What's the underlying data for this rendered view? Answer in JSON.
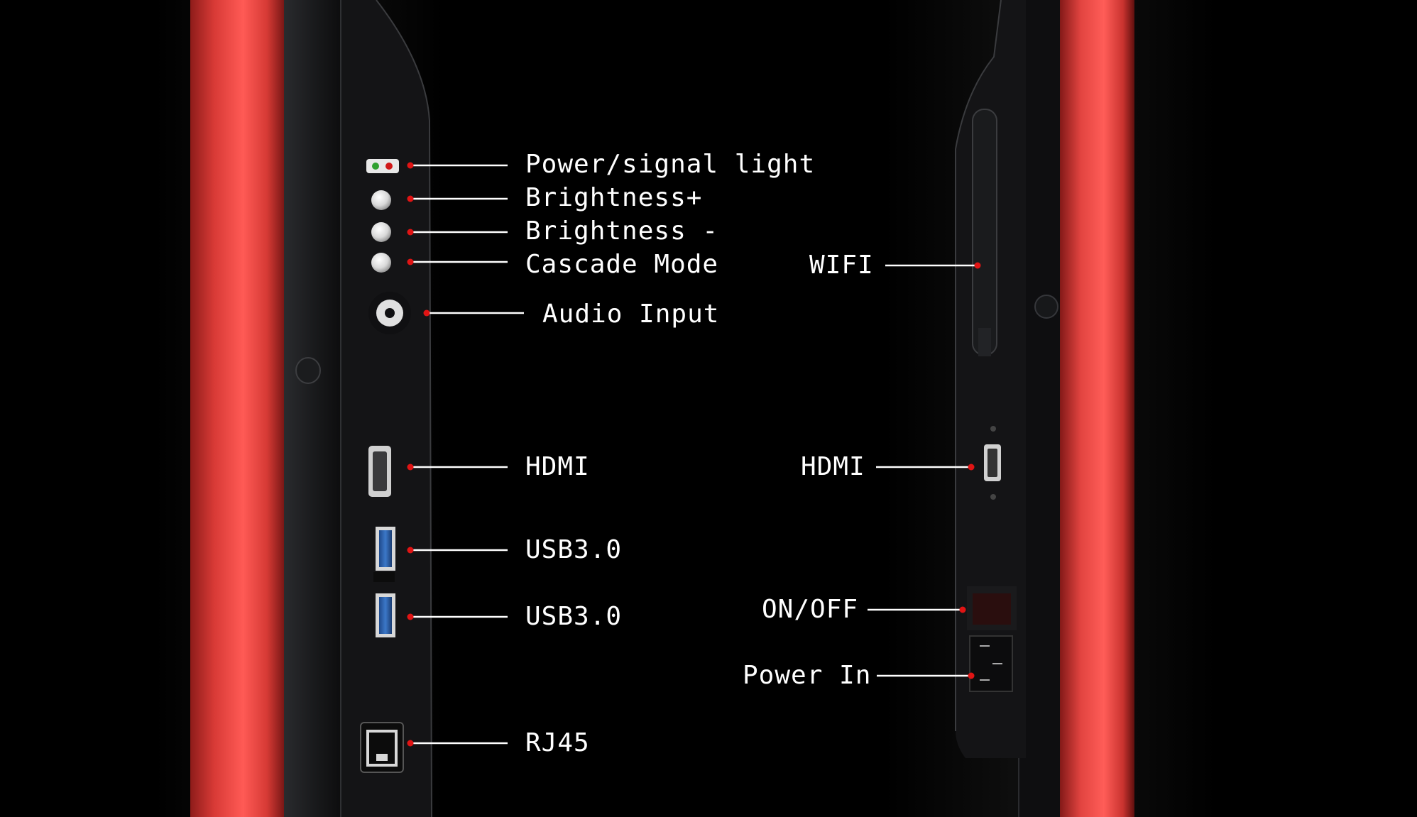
{
  "left_panel": {
    "labels": {
      "power_signal_light": "Power/signal light",
      "brightness_up": "Brightness+",
      "brightness_down": "Brightness -",
      "cascade_mode": "Cascade Mode",
      "audio_input": "Audio Input",
      "hdmi": "HDMI",
      "usb_1": "USB3.0",
      "usb_2": "USB3.0",
      "rj45": "RJ45"
    }
  },
  "right_panel": {
    "labels": {
      "wifi": "WIFI",
      "hdmi": "HDMI",
      "on_off": "ON/OFF",
      "power_in": "Power In"
    }
  },
  "colors": {
    "background": "#000000",
    "device_red": "#e8433f",
    "device_black": "#141416",
    "callout_dot": "#e01414",
    "callout_line": "#ffffff",
    "label_text": "#ffffff"
  }
}
